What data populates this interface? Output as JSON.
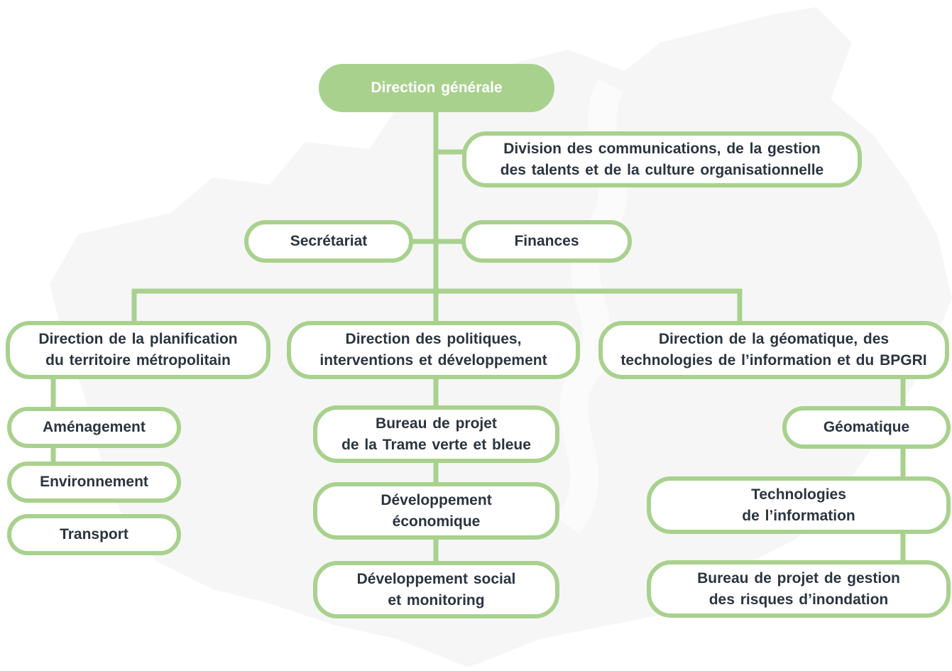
{
  "colors": {
    "accent": "#a9d18e",
    "text": "#2b3440",
    "root_text": "#ffffff",
    "background_map": "#f7f7f7"
  },
  "chart": {
    "root": "Direction générale",
    "division": "Division des communications, de la gestion\ndes talents et de la culture organisationnelle",
    "secretariat": "Secrétariat",
    "finances": "Finances",
    "directions": [
      {
        "title": "Direction de la planification\ndu territoire métropolitain",
        "units": [
          "Aménagement",
          "Environnement",
          "Transport"
        ]
      },
      {
        "title": "Direction des politiques,\ninterventions et développement",
        "units": [
          "Bureau de projet\nde la Trame verte et bleue",
          "Développement\néconomique",
          "Développement social\net monitoring"
        ]
      },
      {
        "title": "Direction de la géomatique, des\ntechnologies de l’information et du BPGRI",
        "units": [
          "Géomatique",
          "Technologies\nde l’information",
          "Bureau de projet de gestion\ndes risques d’inondation"
        ]
      }
    ]
  }
}
